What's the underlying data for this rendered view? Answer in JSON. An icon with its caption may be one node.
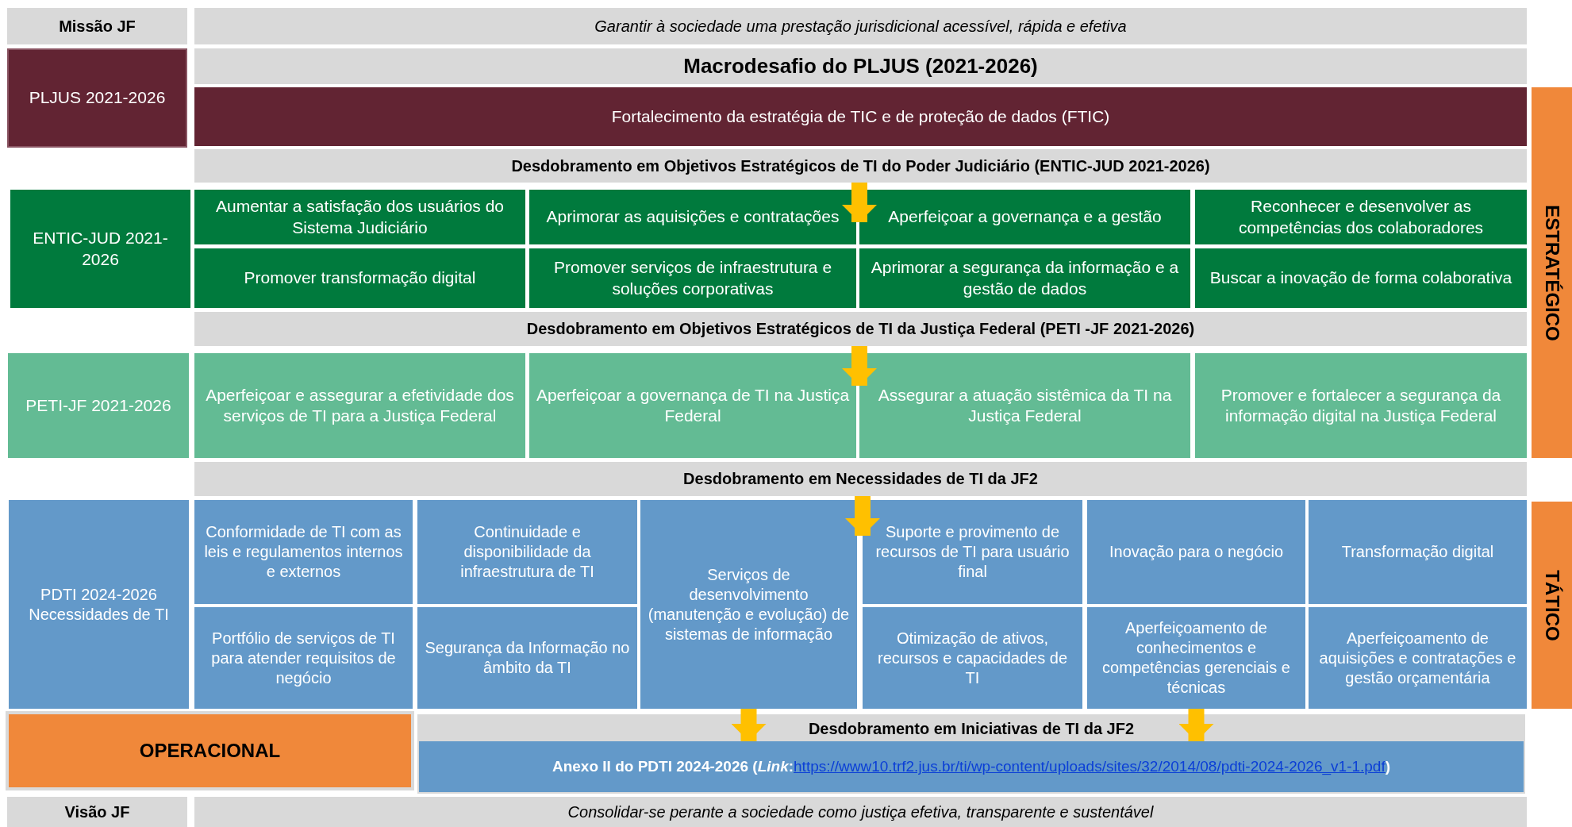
{
  "diagram": {
    "nodes": [
      {
        "text": [
          "Missão JF"
        ]
      },
      {
        "text": [
          "Garantir à sociedade uma prestação jurisdicional acessível, rápida e efetiva"
        ]
      },
      {
        "text": [
          "PLJUS 2021-2026"
        ]
      },
      {
        "text": [
          "Macrodesafio do PLJUS (2021-2026)"
        ]
      },
      {
        "text": [
          "Fortalecimento da estratégia de TIC e de proteção de dados (FTIC)"
        ]
      },
      {
        "text": [
          "ESTRATÉGICO"
        ]
      },
      {
        "text": [
          "Desdobramento em Objetivos Estratégicos de TI do Poder Judiciário (ENTIC-JUD 2021-2026)"
        ]
      },
      {
        "text": [
          "ENTIC-JUD 2021-2026"
        ]
      },
      {
        "text": [
          "Aumentar a satisfação dos usuários do Sistema Judiciário"
        ]
      },
      {
        "text": [
          "Aprimorar as aquisições e contratações"
        ]
      },
      {
        "text": [
          "Aperfeiçoar a governança e a gestão"
        ]
      },
      {
        "text": [
          "Reconhecer e desenvolver as competências dos colaboradores"
        ]
      },
      {
        "text": [
          "Promover transformação digital"
        ]
      },
      {
        "text": [
          "Promover serviços de infraestrutura e soluções corporativas"
        ]
      },
      {
        "text": [
          "Aprimorar a segurança da informação e a gestão de dados"
        ]
      },
      {
        "text": [
          "Buscar a inovação de forma colaborativa"
        ]
      },
      {
        "text": [
          "Desdobramento em Objetivos Estratégicos de TI da Justiça Federal (PETI -JF 2021-2026)"
        ]
      },
      {
        "text": [
          "PETI-JF 2021-2026"
        ]
      },
      {
        "text": [
          "Aperfeiçoar e assegurar a efetividade dos serviços de TI para a Justiça Federal"
        ]
      },
      {
        "text": [
          "Aperfeiçoar a governança de TI na Justiça Federal"
        ]
      },
      {
        "text": [
          "Assegurar a atuação sistêmica da TI na Justiça Federal"
        ]
      },
      {
        "text": [
          "Promover e fortalecer a segurança da informação digital na Justiça Federal"
        ]
      },
      {
        "text": [
          "Desdobramento em Necessidades de TI da JF2"
        ]
      },
      {
        "text": [
          "PDTI 2024-2026 Necessidades de TI"
        ]
      },
      {
        "text": [
          "TÁTICO"
        ]
      },
      {
        "text": [
          "Conformidade de TI com as leis e regulamentos internos e externos"
        ]
      },
      {
        "text": [
          "Continuidade e disponibilidade da infraestrutura de TI"
        ]
      },
      {
        "text": [
          "Serviços de desenvolvimento (manutenção e evolução) de sistemas de informação"
        ]
      },
      {
        "text": [
          "Suporte e provimento de recursos de TI para usuário final"
        ]
      },
      {
        "text": [
          "Inovação para o negócio"
        ]
      },
      {
        "text": [
          "Transformação digital"
        ]
      },
      {
        "text": [
          "Portfólio de serviços de TI para atender requisitos de negócio"
        ]
      },
      {
        "text": [
          "Segurança da Informação no âmbito da TI"
        ]
      },
      {
        "text": [
          "Otimização de ativos, recursos e capacidades de TI"
        ]
      },
      {
        "text": [
          "Aperfeiçoamento de conhecimentos e competências gerenciais e técnicas"
        ]
      },
      {
        "text": [
          "Aperfeiçoamento de aquisições e contratações e gestão orçamentária"
        ]
      },
      {
        "text": [
          "OPERACIONAL"
        ]
      },
      {
        "text": [
          "Desdobramento em Iniciativas de TI da JF2"
        ]
      },
      {
        "text": [
          "Anexo II do PDTI 2024-2026 (*Link*:",
          "https://www10.trf2.jus.br/ti/wp-content/uploads/sites/32/2014/08/pdti-2024-2026_v1-1.pdf",
          ")"
        ],
        "in": 37
      },
      {
        "text": [
          "Visão JF"
        ]
      },
      {
        "text": [
          "Consolidar-se perante a sociedade como justiça efetiva, transparente e sustentável"
        ]
      }
    ],
    "edges": [
      {
        "from": 6,
        "to": 10,
        "arrow": "to"
      },
      {
        "from": 16,
        "to": 20,
        "arrow": "to"
      },
      {
        "from": 22,
        "to": 28,
        "arrow": "to"
      },
      {
        "from": 27,
        "to": 38,
        "arrow": "to"
      },
      {
        "from": 34,
        "to": 38,
        "arrow": "to"
      }
    ]
  }
}
